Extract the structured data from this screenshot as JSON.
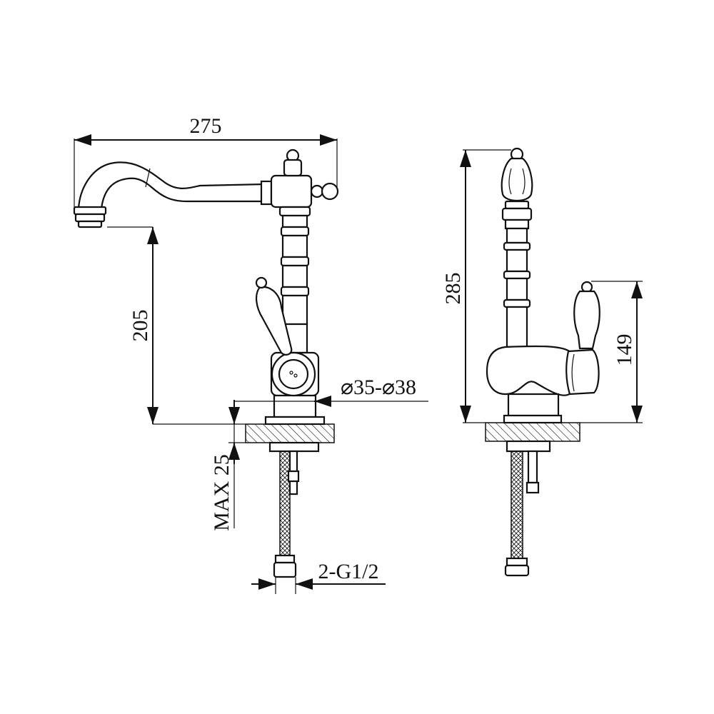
{
  "dimensions": {
    "overall_width": "275",
    "spout_height": "205",
    "hole_diameter": "⌀35-⌀38",
    "max_thickness": "MAX 25",
    "connection": "2-G1/2",
    "overall_height": "285",
    "handle_height": "149"
  },
  "colors": {
    "line": "#111111",
    "background": "#ffffff"
  }
}
